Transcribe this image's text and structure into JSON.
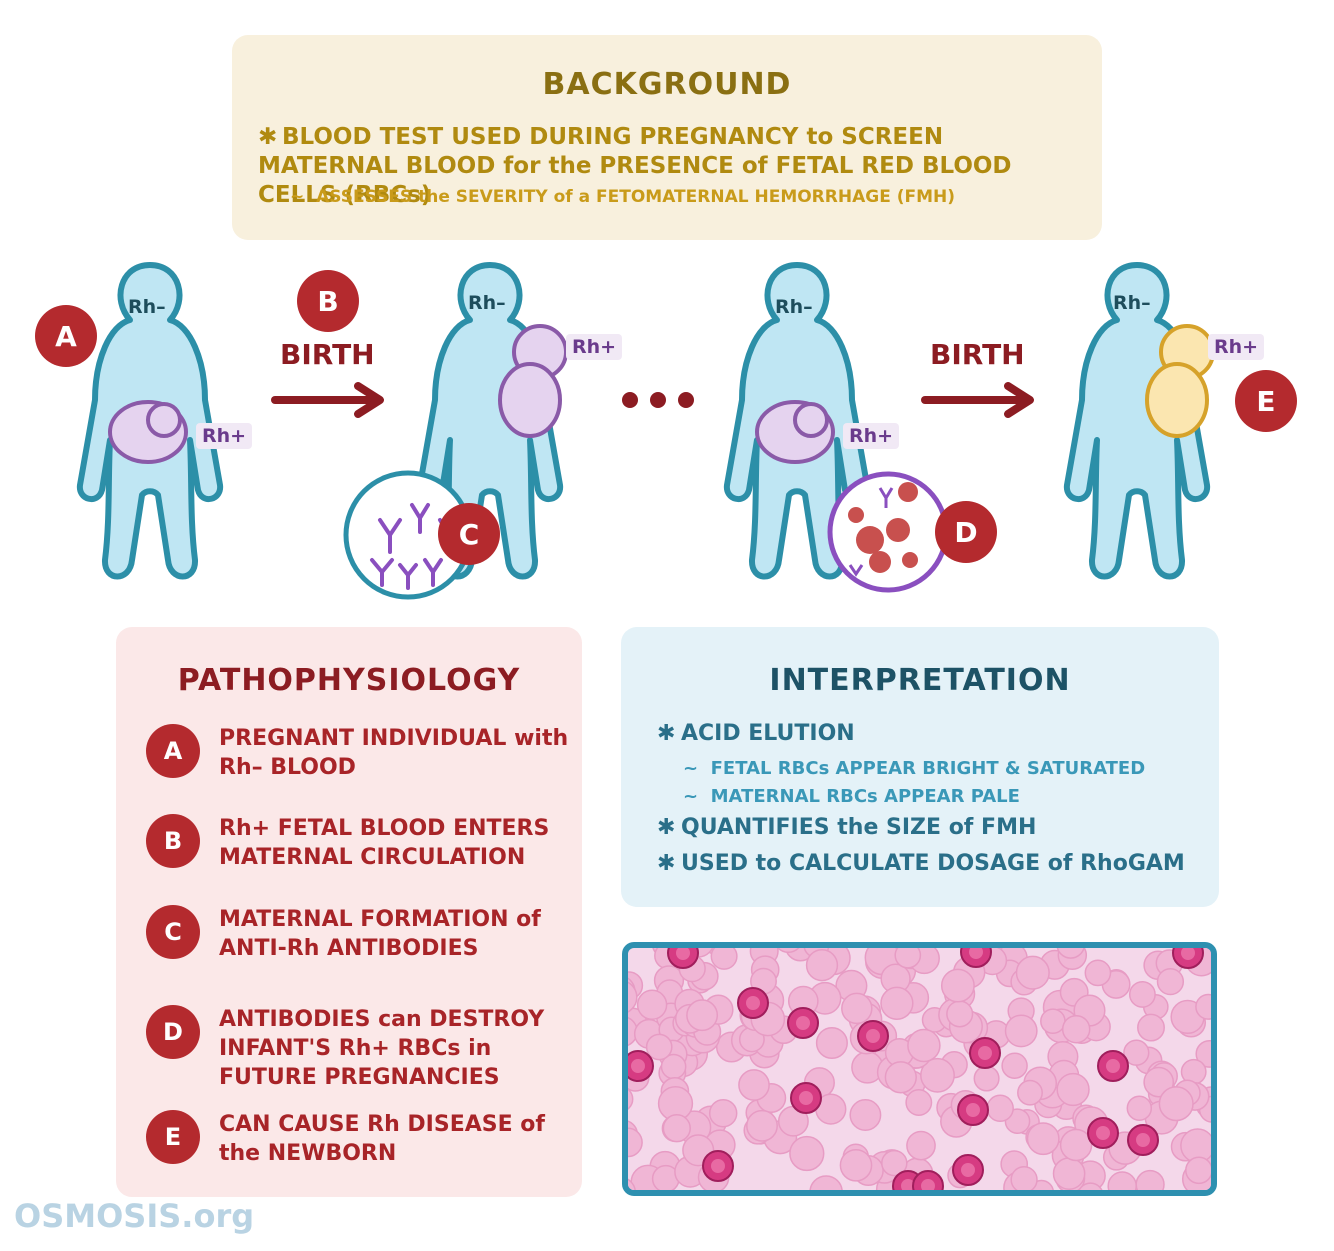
{
  "background": {
    "title": "BACKGROUND",
    "bullet_1": "BLOOD TEST USED DURING PREGNANCY to SCREEN MATERNAL BLOOD for the PRESENCE of FETAL RED BLOOD CELLS (RBCs)",
    "sub_1": "ASSESSES the SEVERITY of a FETOMATERNAL HEMORRHAGE (FMH)",
    "bullet_symbol": "✱",
    "sub_symbol": "~"
  },
  "figure": {
    "labels": [
      "A",
      "B",
      "C",
      "D",
      "E"
    ],
    "birth_1": "BIRTH",
    "birth_2": "BIRTH",
    "rh_neg": "Rh–",
    "rh_pos": "Rh+",
    "ellipsis": "• • •"
  },
  "pathophysiology": {
    "title": "PATHOPHYSIOLOGY",
    "items": [
      {
        "letter": "A",
        "text": "PREGNANT INDIVIDUAL with Rh– BLOOD"
      },
      {
        "letter": "B",
        "text": "Rh+ FETAL BLOOD ENTERS MATERNAL CIRCULATION"
      },
      {
        "letter": "C",
        "text": "MATERNAL FORMATION of ANTI-Rh ANTIBODIES"
      },
      {
        "letter": "D",
        "text": "ANTIBODIES can DESTROY INFANT'S Rh+ RBCs in FUTURE PREGNANCIES"
      },
      {
        "letter": "E",
        "text": "CAN CAUSE Rh DISEASE of the NEWBORN"
      }
    ]
  },
  "interpretation": {
    "title": "INTERPRETATION",
    "main_1": "ACID ELUTION",
    "sub_1": "FETAL RBCs APPEAR BRIGHT & SATURATED",
    "sub_2": "MATERNAL RBCs APPEAR PALE",
    "main_2": "QUANTIFIES the SIZE of FMH",
    "main_3": "USED to CALCULATE DOSAGE of RhoGAM"
  },
  "logo": {
    "text": "OSMOSIS",
    "suffix": ".org"
  },
  "colors": {
    "body_fill": "#bfe6f3",
    "body_stroke": "#2c8fa8",
    "fetus_fill": "#e5d3ef",
    "fetus_stroke": "#8a5aa8",
    "baby_e_fill": "#fbe6b0",
    "baby_e_stroke": "#d6a22a",
    "accent_red": "#b42a2e",
    "antibody": "#8a4fbf",
    "damaged_rbc": "#c8504e",
    "fetal_rbc": "#d63b82",
    "maternal_rbc": "#f0b6d5"
  }
}
